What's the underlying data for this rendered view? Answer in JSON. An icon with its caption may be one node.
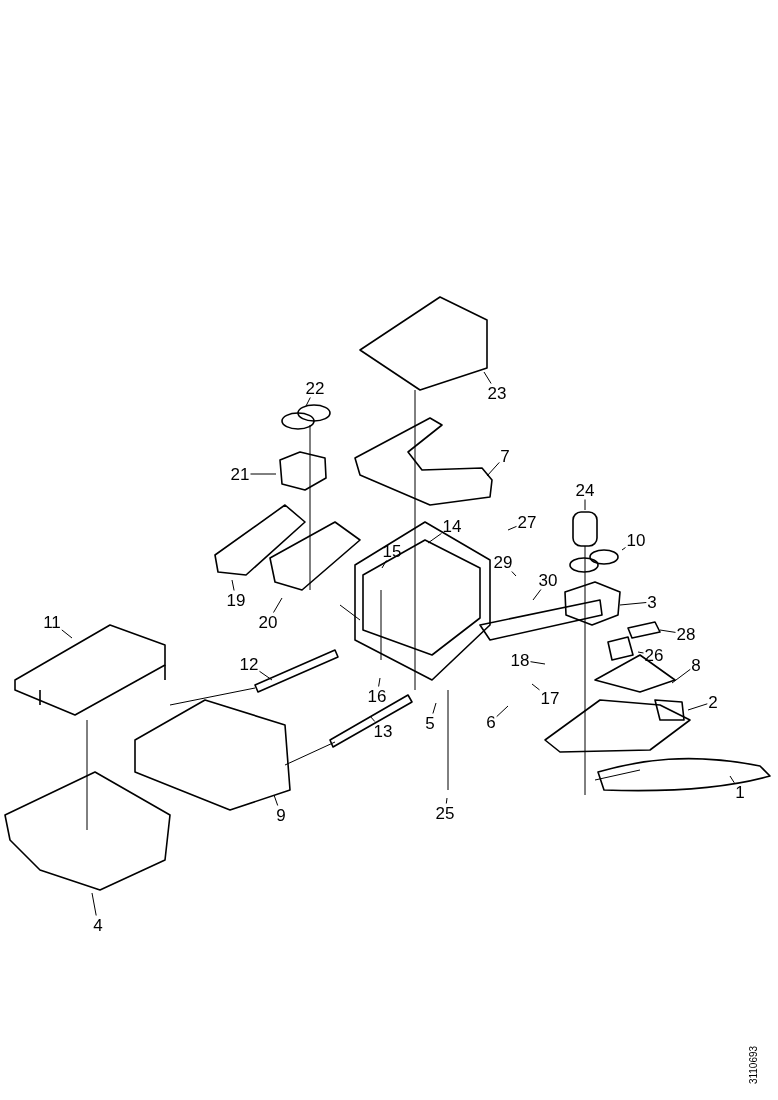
{
  "diagram": {
    "nodes": [
      {
        "text": [
          "22"
        ]
      },
      {
        "text": [
          "23"
        ]
      },
      {
        "text": [
          "7"
        ]
      },
      {
        "text": [
          "21"
        ]
      },
      {
        "text": [
          "24"
        ]
      },
      {
        "text": [
          "27"
        ]
      },
      {
        "text": [
          "14"
        ]
      },
      {
        "text": [
          "10"
        ]
      },
      {
        "text": [
          "15"
        ]
      },
      {
        "text": [
          "29"
        ]
      },
      {
        "text": [
          "30"
        ]
      },
      {
        "text": [
          "19"
        ]
      },
      {
        "text": [
          "3"
        ]
      },
      {
        "text": [
          "20"
        ]
      },
      {
        "text": [
          "11"
        ]
      },
      {
        "text": [
          "28"
        ]
      },
      {
        "text": [
          "26"
        ]
      },
      {
        "text": [
          "18"
        ]
      },
      {
        "text": [
          "12"
        ]
      },
      {
        "text": [
          "8"
        ]
      },
      {
        "text": [
          "17"
        ]
      },
      {
        "text": [
          "16"
        ]
      },
      {
        "text": [
          "2"
        ]
      },
      {
        "text": [
          "6"
        ]
      },
      {
        "text": [
          "5"
        ]
      },
      {
        "text": [
          "13"
        ]
      },
      {
        "text": [
          "1"
        ]
      },
      {
        "text": [
          "25"
        ]
      },
      {
        "text": [
          "9"
        ]
      },
      {
        "text": [
          "4"
        ]
      }
    ],
    "edges": [
      {
        "from": 0,
        "to": null,
        "arrow": "none"
      },
      {
        "from": 1,
        "to": null,
        "arrow": "none"
      },
      {
        "from": 2,
        "to": null,
        "arrow": "none"
      },
      {
        "from": 3,
        "to": null,
        "arrow": "none"
      },
      {
        "from": 4,
        "to": null,
        "arrow": "none"
      },
      {
        "from": 5,
        "to": null,
        "arrow": "none"
      },
      {
        "from": 6,
        "to": null,
        "arrow": "none"
      },
      {
        "from": 7,
        "to": null,
        "arrow": "none"
      },
      {
        "from": 8,
        "to": null,
        "arrow": "none"
      },
      {
        "from": 9,
        "to": null,
        "arrow": "none"
      },
      {
        "from": 10,
        "to": null,
        "arrow": "none"
      },
      {
        "from": 11,
        "to": null,
        "arrow": "none"
      },
      {
        "from": 12,
        "to": null,
        "arrow": "none"
      },
      {
        "from": 13,
        "to": null,
        "arrow": "none"
      },
      {
        "from": 14,
        "to": null,
        "arrow": "none"
      },
      {
        "from": 15,
        "to": null,
        "arrow": "none"
      },
      {
        "from": 16,
        "to": null,
        "arrow": "none"
      },
      {
        "from": 17,
        "to": null,
        "arrow": "none"
      },
      {
        "from": 18,
        "to": null,
        "arrow": "none"
      },
      {
        "from": 19,
        "to": null,
        "arrow": "none"
      },
      {
        "from": 20,
        "to": null,
        "arrow": "none"
      },
      {
        "from": 21,
        "to": null,
        "arrow": "none"
      },
      {
        "from": 22,
        "to": null,
        "arrow": "none"
      },
      {
        "from": 23,
        "to": null,
        "arrow": "none"
      },
      {
        "from": 24,
        "to": null,
        "arrow": "none"
      },
      {
        "from": 25,
        "to": null,
        "arrow": "none"
      },
      {
        "from": 26,
        "to": null,
        "arrow": "none"
      },
      {
        "from": 27,
        "to": null,
        "arrow": "none"
      },
      {
        "from": 28,
        "to": null,
        "arrow": "none"
      },
      {
        "from": 29,
        "to": null,
        "arrow": "none"
      }
    ],
    "labels": [
      "3110693"
    ]
  }
}
